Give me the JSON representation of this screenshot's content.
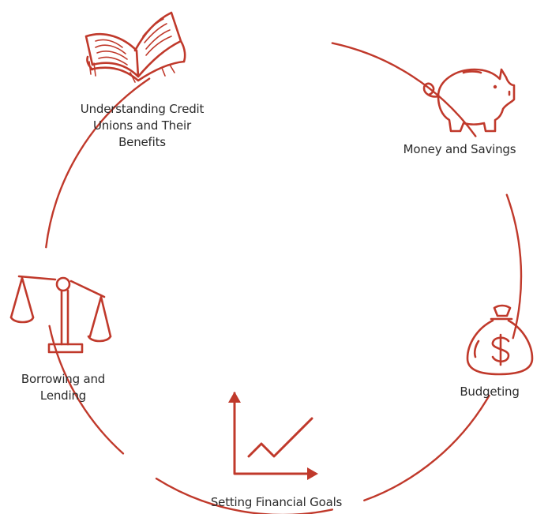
{
  "colors": {
    "accent": "#c0392b",
    "text": "#2b2b2b"
  },
  "nodes": [
    {
      "id": "credit-unions",
      "icon": "open-book-icon",
      "label_lines": [
        "Understanding Credit",
        "Unions and Their",
        "Benefits"
      ]
    },
    {
      "id": "money-savings",
      "icon": "piggy-bank-icon",
      "label_lines": [
        "Money and Savings"
      ]
    },
    {
      "id": "budgeting",
      "icon": "money-bag-icon",
      "label_lines": [
        "Budgeting"
      ]
    },
    {
      "id": "financial-goals",
      "icon": "growth-chart-icon",
      "label_lines": [
        "Setting Financial Goals"
      ]
    },
    {
      "id": "borrowing-lending",
      "icon": "balance-scale-icon",
      "label_lines": [
        "Borrowing and",
        "Lending"
      ]
    }
  ]
}
